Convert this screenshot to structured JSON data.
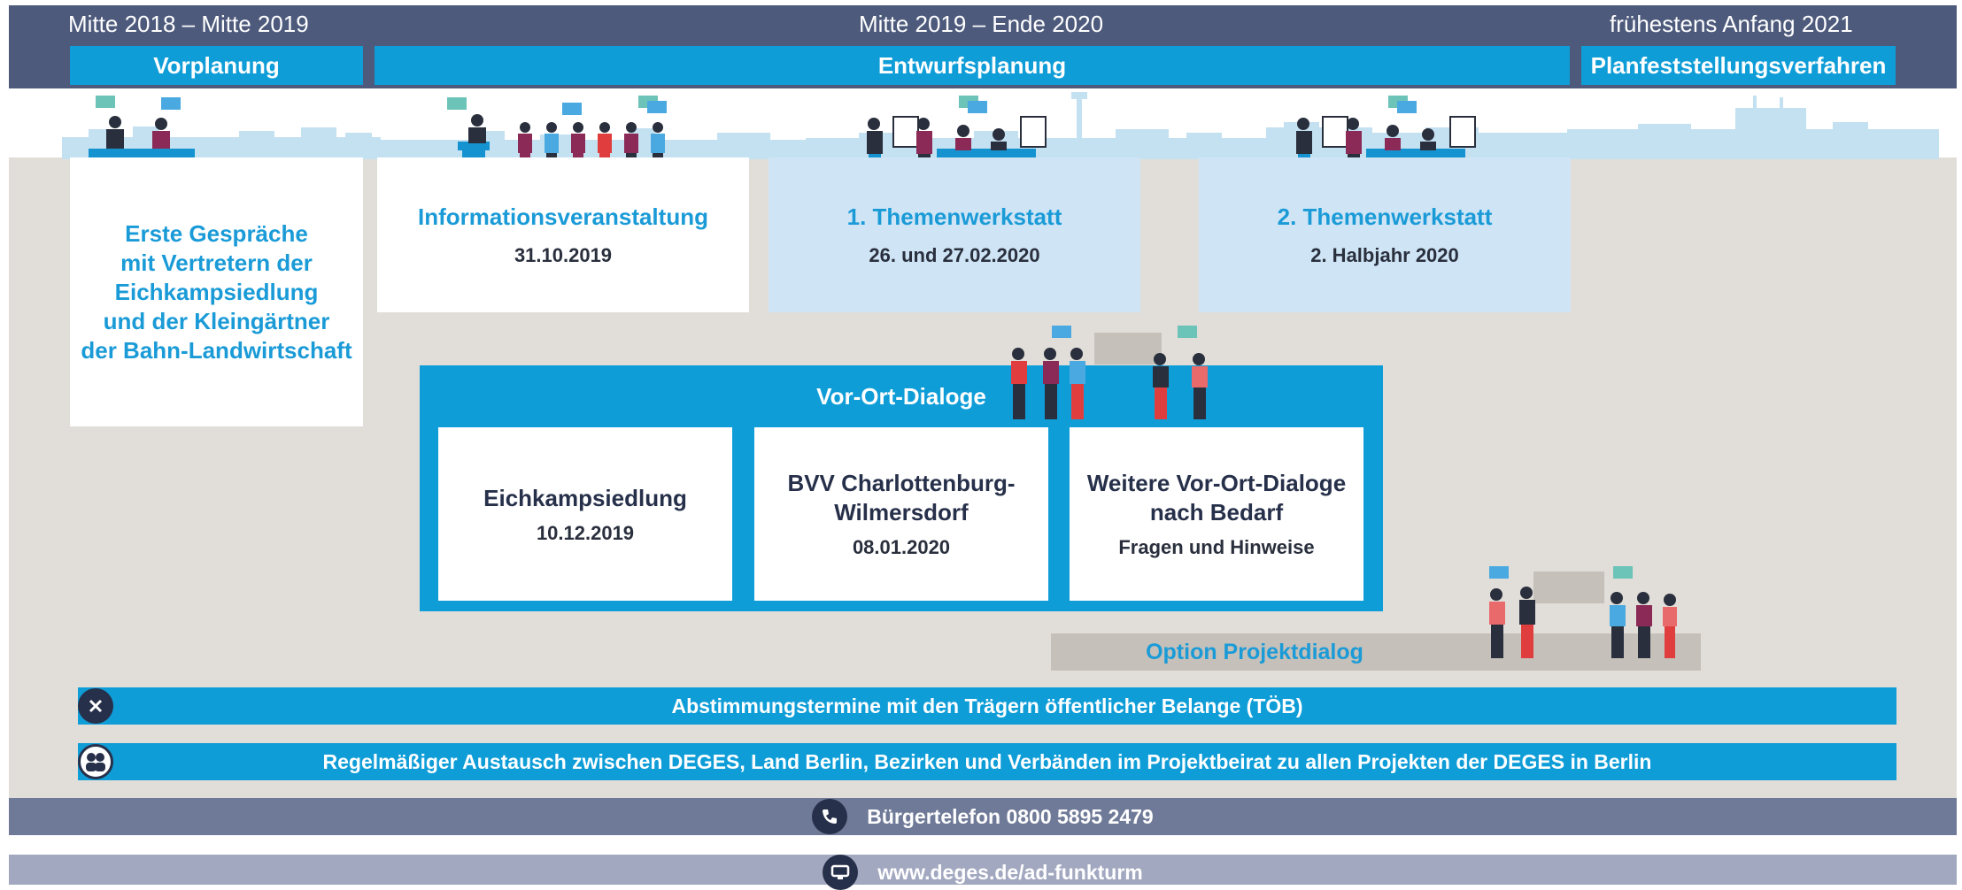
{
  "periods": {
    "first": "Mitte 2018 – Mitte 2019",
    "second": "Mitte 2019 – Ende 2020",
    "third": "frühestens Anfang 2021"
  },
  "phases": {
    "vorplanung": "Vorplanung",
    "entwurfsplanung": "Entwurfsplanung",
    "planfeststellung": "Planfeststellungsverfahren"
  },
  "events": {
    "erste_gespraeche": "Erste Gespräche\nmit Vertretern der\nEichkampsiedlung\nund der Kleingärtner\nder Bahn-Landwirtschaft",
    "info_title": "Informationsveranstaltung",
    "info_date": "31.10.2019",
    "werkstatt1_title": "1. Themenwerkstatt",
    "werkstatt1_date": "26. und 27.02.2020",
    "werkstatt2_title": "2. Themenwerkstatt",
    "werkstatt2_date": "2. Halbjahr 2020"
  },
  "vor_ort": {
    "title": "Vor-Ort-Dialoge",
    "cards": [
      {
        "title": "Eichkampsiedlung",
        "date": "10.12.2019"
      },
      {
        "title": "BVV Charlottenburg-\nWilmersdorf",
        "date": "08.01.2020"
      },
      {
        "title": "Weitere Vor-Ort-Dialoge\nnach Bedarf",
        "date": "Fragen und Hinweise"
      }
    ]
  },
  "projektdialog": "Option Projektdialog",
  "bars": {
    "toeb": "Abstimmungstermine mit den Trägern öffentlicher Belange (TÖB)",
    "austausch": "Regelmäßiger Austausch zwischen DEGES, Land Berlin, Bezirken und Verbänden im Projektbeirat zu allen Projekten der DEGES in Berlin"
  },
  "contact": {
    "phone": "Bürgertelefon 0800 5895 2479",
    "web": "www.deges.de/ad-funkturm"
  },
  "colors": {
    "navy": "#4d5a7c",
    "blue": "#0f9dd8",
    "light_blue": "#cfe5f5",
    "beige": "#e1ded9"
  },
  "icons": [
    "close-icon",
    "people-icon",
    "phone-icon",
    "monitor-icon",
    "speech-bubble-icon",
    "person-icon",
    "easel-icon",
    "podium-icon"
  ]
}
